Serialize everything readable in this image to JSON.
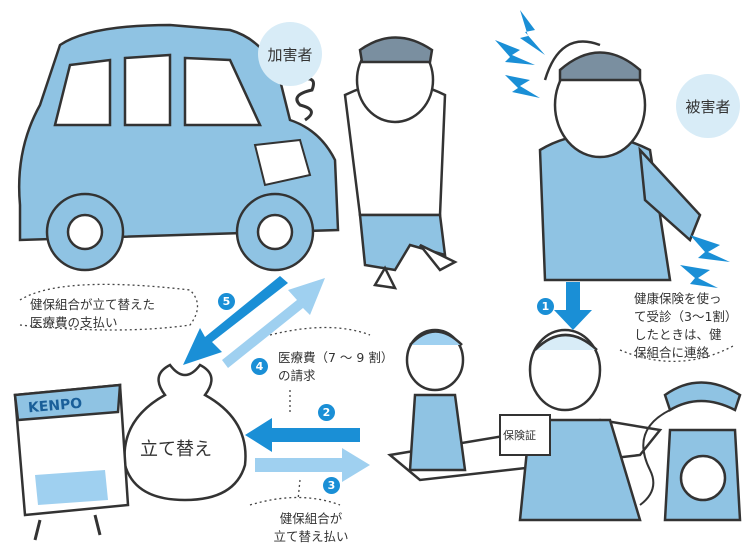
{
  "labels": {
    "perpetrator": "加害者",
    "victim": "被害者",
    "step5_note": "健保組合が立て替えた\n医療費の支払い",
    "step4_note": "医療費（7 ～ 9 割）\nの請求",
    "step1_note": "健康保険を使っ\nて受診（3～1割）\nしたときは、健\n保組合に連絡",
    "step3_note": "健保組合が\n立て替え払い",
    "bag_text": "立て替え",
    "box_brand": "KENPO",
    "card_text": "保険証"
  },
  "steps": [
    "1",
    "2",
    "3",
    "4",
    "5"
  ],
  "colors": {
    "accent": "#1a8fd6",
    "light": "#9fd0f0",
    "car": "#8fc3e3",
    "bubble": "#d8ecf7"
  }
}
